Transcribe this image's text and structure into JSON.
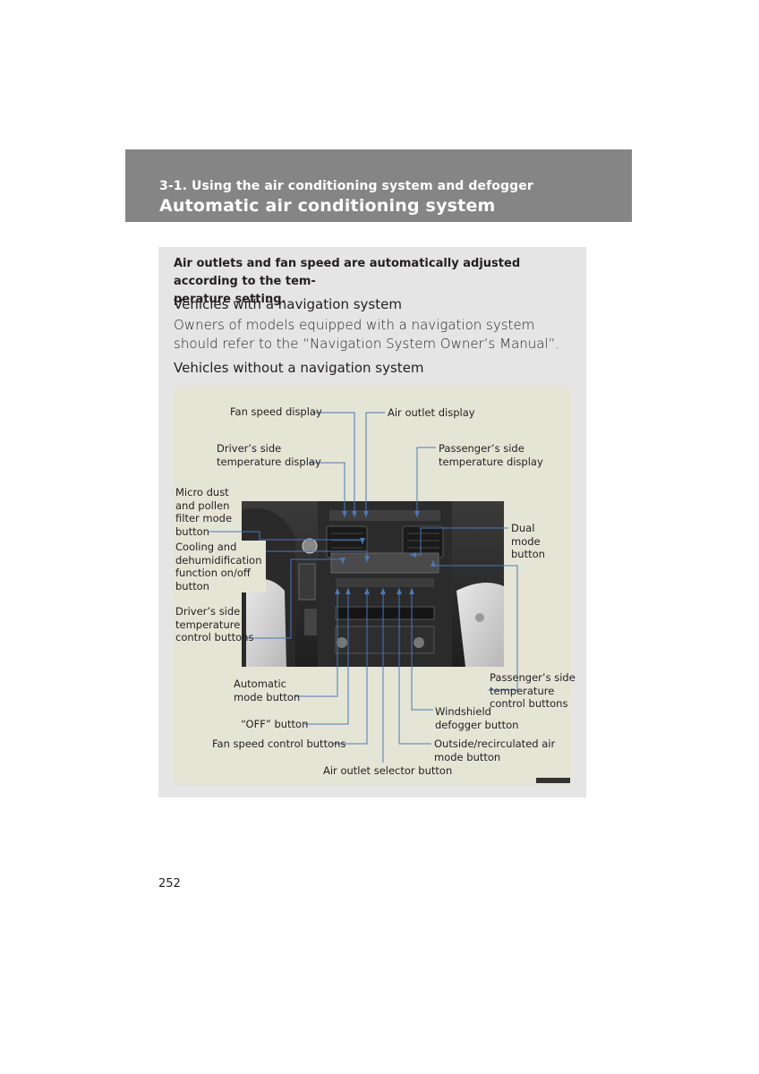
{
  "header": {
    "section": "3-1.  Using the air conditioning system and defogger",
    "title": "Automatic air conditioning system"
  },
  "intro": "Air outlets and fan speed are automatically adjusted according to the tem-\nperature setting.",
  "nav": {
    "heading": "Vehicles with a navigation system",
    "text": "Owners of models equipped with a navigation system should refer to the “Navigation System Owner’s Manual”."
  },
  "no_nav": {
    "heading": "Vehicles without a navigation system"
  },
  "labels": {
    "fan_speed_display": "Fan speed display",
    "air_outlet_display": "Air outlet display",
    "driver_temp_display": "Driver’s side\ntemperature display",
    "passenger_temp_display": "Passenger’s side\ntemperature display",
    "micro_dust": "Micro dust\nand pollen\nfilter mode\n button",
    "dual_mode": "Dual\nmode\nbutton",
    "cooling": "Cooling and\ndehumidification\nfunction on/off\nbutton",
    "driver_temp_control": "Driver’s side\ntemperature\ncontrol buttons",
    "passenger_temp_control": "Passenger’s side\ntemperature\ncontrol buttons",
    "automatic_mode": "Automatic\nmode button",
    "windshield": "Windshield\ndefogger button",
    "off_button": "“OFF” button",
    "fan_speed_control": "Fan speed control buttons",
    "outside_recirc": "Outside/recirculated air\nmode button",
    "air_outlet_selector": "Air outlet selector button"
  },
  "page_number": "252"
}
